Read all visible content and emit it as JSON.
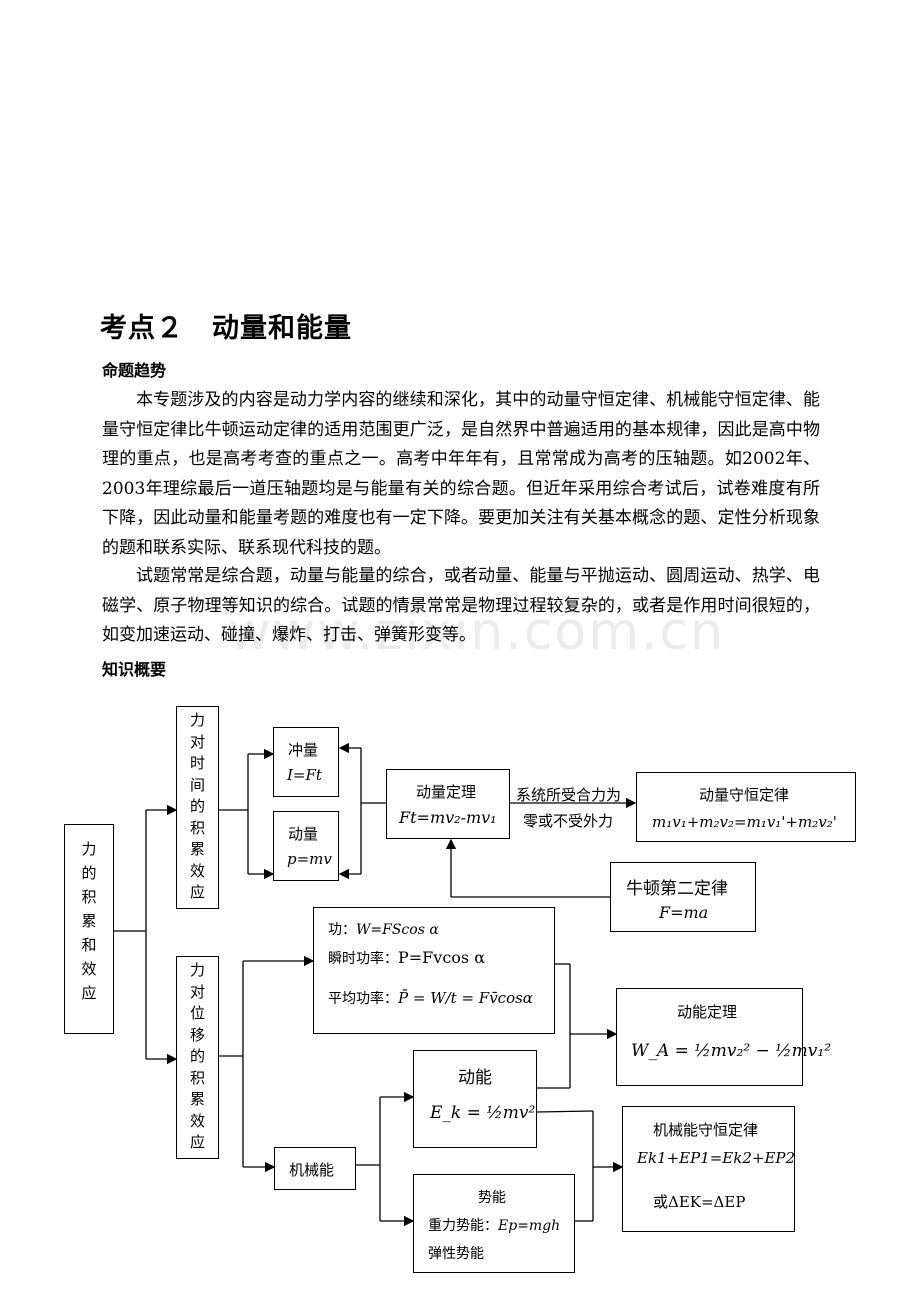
{
  "title": "考点２　动量和能量",
  "section_trend": "命题趋势",
  "paragraph1": "本专题涉及的内容是动力学内容的继续和深化，其中的动量守恒定律、机械能守恒定律、能量守恒定律比牛顿运动定律的适用范围更广泛，是自然界中普遍适用的基本规律，因此是高中物理的重点，也是高考考查的重点之一。高考中年年有，且常常成为高考的压轴题。如2002年、2003年理综最后一道压轴题均是与能量有关的综合题。但近年采用综合考试后，试卷难度有所下降，因此动量和能量考题的难度也有一定下降。要更加关注有关基本概念的题、定性分析现象的题和联系实际、联系现代科技的题。",
  "paragraph2": "试题常常是综合题，动量与能量的综合，或者动量、能量与平抛运动、圆周运动、热学、电磁学、原子物理等知识的综合。试题的情景常常是物理过程较复杂的，或者是作用时间很短的，如变加速运动、碰撞、爆炸、打击、弹簧形变等。",
  "section_overview": "知识概要",
  "watermark": "www.zixin.com.cn",
  "diagram": {
    "root": [
      "力",
      "的",
      "积",
      "累",
      "和",
      "效",
      "应"
    ],
    "time_effect": [
      "力",
      "对",
      "时",
      "间",
      "的",
      "积",
      "累",
      "效",
      "应"
    ],
    "disp_effect": [
      "力",
      "对",
      "位",
      "移",
      "的",
      "积",
      "累",
      "效",
      "应"
    ],
    "impulse_name": "冲量",
    "impulse_formula": "I=Ft",
    "momentum_name": "动量",
    "momentum_formula": "p=mv",
    "mom_theorem_name": "动量定理",
    "mom_theorem_formula": "Ft=mv₂-mv₁",
    "condition_line1": "系统所受合力为",
    "condition_line2": "零或不受外力",
    "mom_conservation_name": "动量守恒定律",
    "mom_conservation_formula": "m₁v₁+m₂v₂=m₁v₁'+m₂v₂'",
    "newton_name": "牛顿第二定律",
    "newton_formula": "F=ma",
    "work_label": "功：",
    "work_formula": "W=FScos α",
    "inst_power_label": "瞬时功率：",
    "inst_power_formula": "P=Fvcos α",
    "avg_power_label": "平均功率：",
    "avg_power_formula": "P̄ = W/t = Fv̄cosα",
    "ke_theorem_name": "动能定理",
    "ke_theorem_formula": "W_A = ½mv₂² − ½mv₁²",
    "kinetic_name": "动能",
    "kinetic_formula": "E_k = ½mv²",
    "mech_energy_name": "机械能",
    "potential_name": "势能",
    "gravity_pe_label": "重力势能：",
    "gravity_pe_formula": "Ep=mgh",
    "elastic_pe_label": "弹性势能",
    "mech_conservation_name": "机械能守恒定律",
    "mech_conservation_formula": "Ek1+EP1=Ek2+EP2",
    "mech_conservation_alt": "或ΔEK=ΔEP"
  }
}
